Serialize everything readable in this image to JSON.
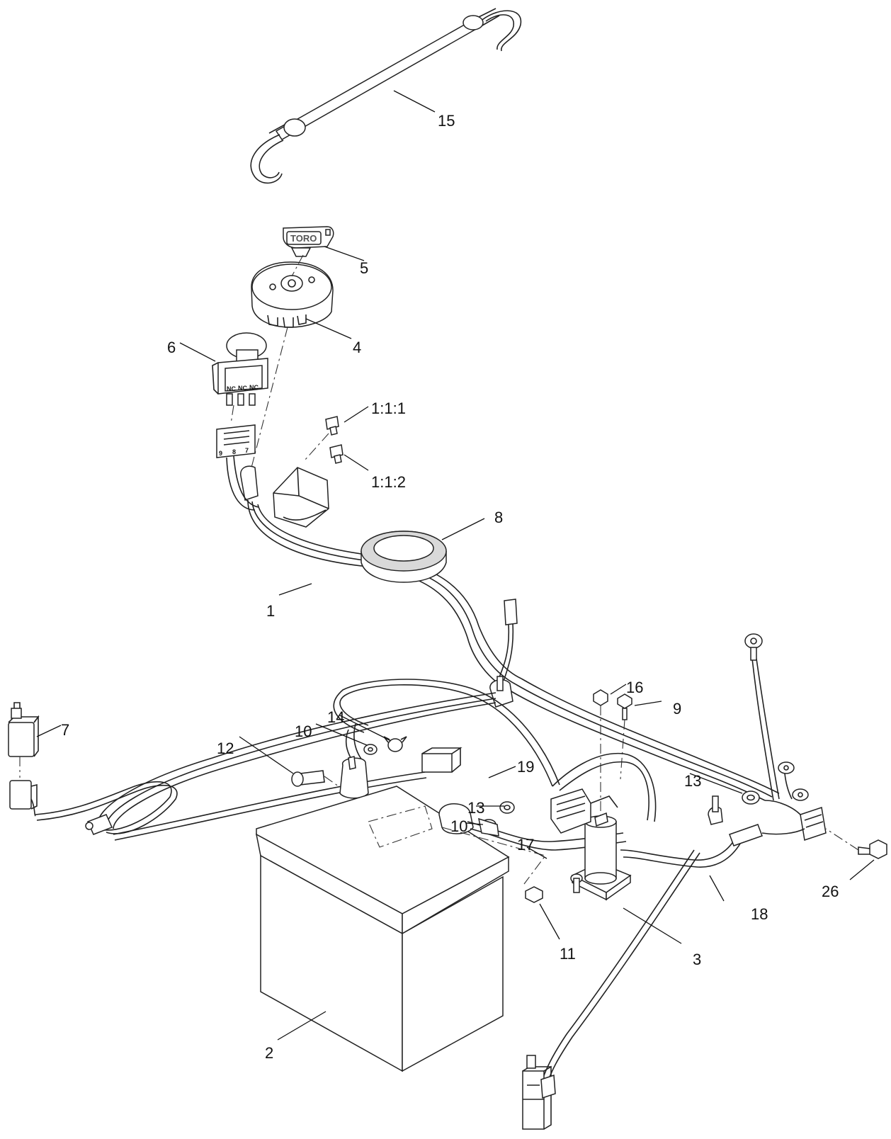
{
  "callouts": [
    {
      "id": "15",
      "label": "15"
    },
    {
      "id": "5",
      "label": "5"
    },
    {
      "id": "4",
      "label": "4"
    },
    {
      "id": "6",
      "label": "6"
    },
    {
      "id": "1-1-1",
      "label": "1:1:1"
    },
    {
      "id": "1-1-2",
      "label": "1:1:2"
    },
    {
      "id": "8",
      "label": "8"
    },
    {
      "id": "1",
      "label": "1"
    },
    {
      "id": "16",
      "label": "16"
    },
    {
      "id": "9",
      "label": "9"
    },
    {
      "id": "7",
      "label": "7"
    },
    {
      "id": "14",
      "label": "14"
    },
    {
      "id": "10a",
      "label": "10"
    },
    {
      "id": "12",
      "label": "12"
    },
    {
      "id": "19",
      "label": "19"
    },
    {
      "id": "13a",
      "label": "13"
    },
    {
      "id": "13b",
      "label": "13"
    },
    {
      "id": "10b",
      "label": "10"
    },
    {
      "id": "17",
      "label": "17"
    },
    {
      "id": "26",
      "label": "26"
    },
    {
      "id": "18",
      "label": "18"
    },
    {
      "id": "11",
      "label": "11"
    },
    {
      "id": "3",
      "label": "3"
    },
    {
      "id": "2",
      "label": "2"
    }
  ],
  "key_tag": {
    "logo": "TORO"
  },
  "pto_switch": {
    "pin_labels": [
      "NC",
      "NC",
      "NC"
    ]
  },
  "connector": {
    "pin_numbers": [
      "9",
      "8",
      "7"
    ]
  }
}
